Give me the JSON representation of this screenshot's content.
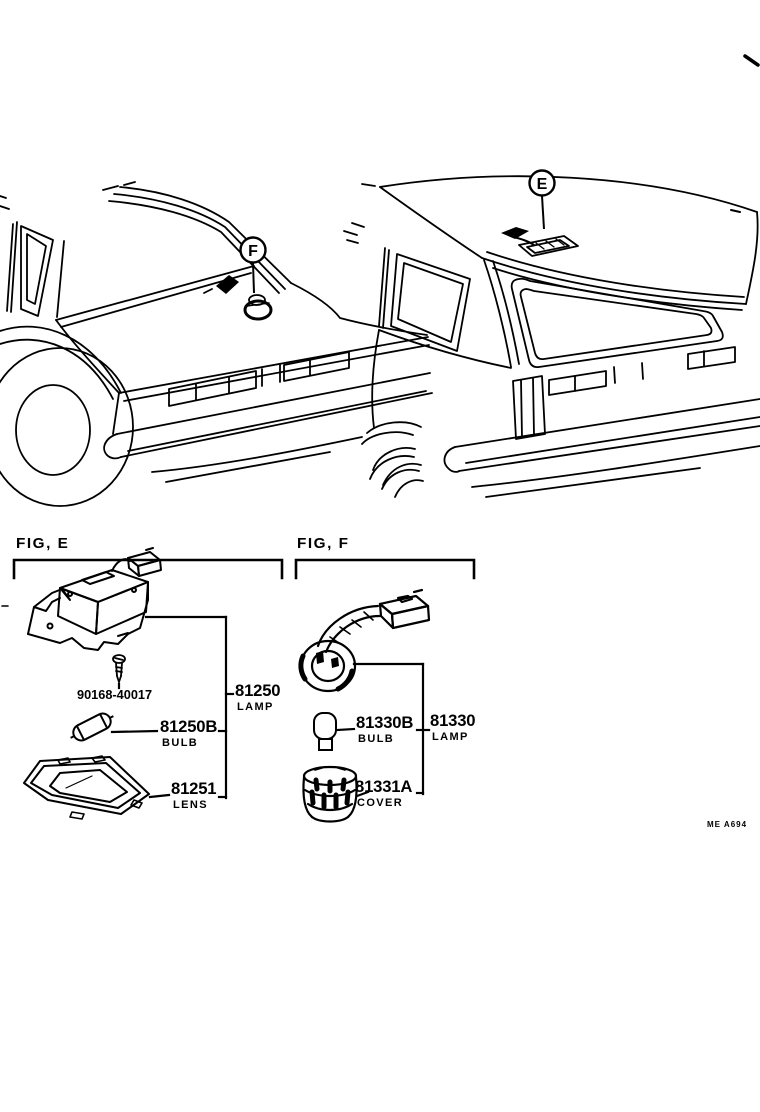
{
  "page_code": "ME A694",
  "colors": {
    "ink": "#000000",
    "paper": "#ffffff"
  },
  "figures": {
    "fig_e": {
      "title": "FIG, E",
      "callout_letter": "E",
      "vehicle": "wagon-rear-view",
      "parts": [
        {
          "number": "90168-40017",
          "name": ""
        },
        {
          "number": "81250",
          "name": "LAMP"
        },
        {
          "number": "81250B",
          "name": "BULB"
        },
        {
          "number": "81251",
          "name": "LENS"
        }
      ]
    },
    "fig_f": {
      "title": "FIG, F",
      "callout_letter": "F",
      "vehicle": "sedan-rear-view",
      "parts": [
        {
          "number": "81330",
          "name": "LAMP"
        },
        {
          "number": "81330B",
          "name": "BULB"
        },
        {
          "number": "81331A",
          "name": "COVER"
        }
      ]
    }
  }
}
